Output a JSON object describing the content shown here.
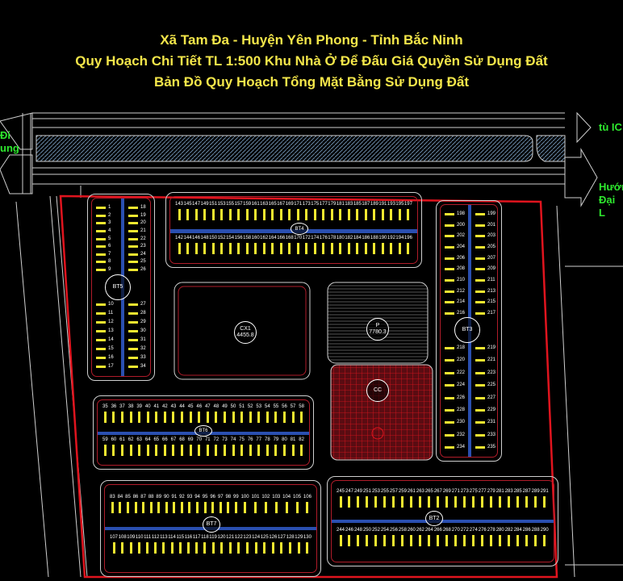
{
  "title": {
    "line1": "Xã Tam Đa - Huyện Yên Phong - Tỉnh Bắc Ninh",
    "line2": "Quy Hoạch Chi Tiết TL 1:500 Khu Nhà Ở Để Đấu Giá Quyền Sử Dụng Đất",
    "line3": "Bản Đồ Quy Hoạch Tổng Mặt Bằng Sử Dụng Đất"
  },
  "directions": {
    "left_1": "Đi",
    "left_2": "ung",
    "right_top": "tù IC",
    "right_1": "Hướn",
    "right_2": "Đại L"
  },
  "colors": {
    "title": "#f4e64a",
    "direction_text": "#2ee82e",
    "boundary": "#e0141e",
    "lot_marker": "#f2e830",
    "road_lines": "#cfcfcf"
  },
  "parcels": {
    "park": {
      "code": "CX1",
      "area": "4455.8"
    },
    "parking": {
      "code": "P",
      "area": "7780.3"
    },
    "public": {
      "code": "CC"
    }
  },
  "blocks": {
    "top": {
      "label": "BT4",
      "top": [
        "143",
        "145",
        "147",
        "149",
        "151",
        "153",
        "155",
        "157",
        "159",
        "161",
        "163",
        "165",
        "167",
        "169",
        "171",
        "173",
        "175",
        "177",
        "179",
        "181",
        "183",
        "185",
        "187",
        "189",
        "191",
        "193",
        "195",
        "197"
      ],
      "bottom": [
        "142",
        "144",
        "146",
        "148",
        "150",
        "152",
        "154",
        "156",
        "158",
        "160",
        "162",
        "164",
        "166",
        "168",
        "170",
        "172",
        "174",
        "176",
        "178",
        "180",
        "182",
        "184",
        "186",
        "188",
        "190",
        "192",
        "194",
        "196"
      ]
    },
    "left": {
      "label": "BT5",
      "a": [
        "1",
        "2",
        "3",
        "4",
        "5",
        "6",
        "7",
        "8",
        "9",
        "10",
        "11",
        "12",
        "13",
        "14",
        "15",
        "16",
        "17"
      ],
      "b": [
        "18",
        "19",
        "20",
        "21",
        "22",
        "23",
        "24",
        "25",
        "26",
        "27",
        "28",
        "29",
        "30",
        "31",
        "32",
        "33",
        "34"
      ]
    },
    "right": {
      "label": "BT3",
      "a": [
        "198",
        "200",
        "202",
        "204",
        "206",
        "208",
        "210",
        "212",
        "214",
        "216",
        "218",
        "220",
        "222",
        "224",
        "226",
        "228",
        "230",
        "232",
        "234"
      ],
      "b": [
        "199",
        "201",
        "203",
        "205",
        "207",
        "209",
        "211",
        "213",
        "215",
        "217",
        "219",
        "221",
        "223",
        "225",
        "227",
        "229",
        "231",
        "233",
        "235"
      ]
    },
    "middle": {
      "label": "BT6",
      "top": [
        "35",
        "36",
        "37",
        "38",
        "39",
        "40",
        "41",
        "42",
        "43",
        "44",
        "45",
        "46",
        "47",
        "48",
        "49",
        "50",
        "51",
        "52",
        "53",
        "54",
        "55",
        "56",
        "57",
        "58"
      ],
      "bottom": [
        "59",
        "60",
        "61",
        "62",
        "63",
        "64",
        "65",
        "66",
        "67",
        "68",
        "69",
        "70",
        "71",
        "72",
        "73",
        "74",
        "75",
        "76",
        "77",
        "78",
        "79",
        "80",
        "81",
        "82"
      ]
    },
    "bottom_left": {
      "label": "BT7",
      "top": [
        "83",
        "84",
        "85",
        "86",
        "87",
        "88",
        "89",
        "90",
        "91",
        "92",
        "93",
        "94",
        "95",
        "96",
        "97",
        "98",
        "99",
        "100",
        "101",
        "102",
        "103",
        "104",
        "105",
        "106"
      ],
      "bottom": [
        "107",
        "108",
        "109",
        "110",
        "111",
        "112",
        "113",
        "114",
        "115",
        "116",
        "117",
        "118",
        "119",
        "120",
        "121",
        "122",
        "123",
        "124",
        "125",
        "126",
        "127",
        "128",
        "129",
        "130"
      ]
    },
    "bottom_right": {
      "label": "BT2",
      "top": [
        "245",
        "247",
        "249",
        "251",
        "253",
        "255",
        "257",
        "259",
        "261",
        "263",
        "265",
        "267",
        "269",
        "271",
        "273",
        "275",
        "277",
        "279",
        "281",
        "283",
        "285",
        "287",
        "289",
        "291"
      ],
      "bottom": [
        "244",
        "246",
        "248",
        "250",
        "252",
        "254",
        "256",
        "258",
        "260",
        "262",
        "264",
        "266",
        "268",
        "270",
        "272",
        "274",
        "276",
        "278",
        "280",
        "282",
        "284",
        "286",
        "288",
        "290"
      ]
    }
  }
}
